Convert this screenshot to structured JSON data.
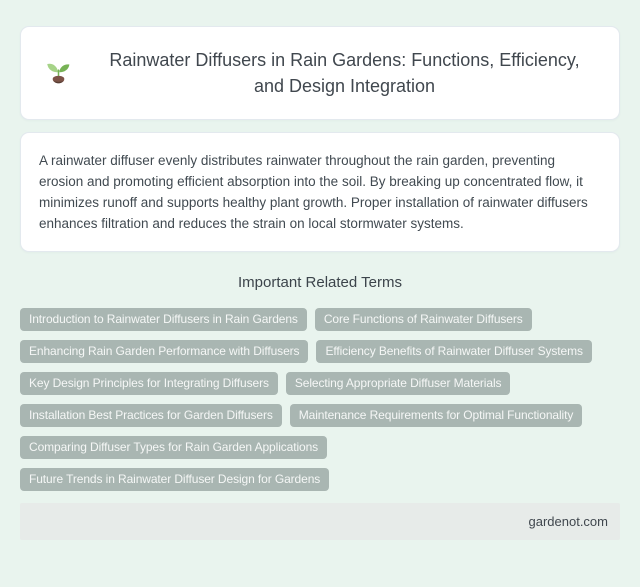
{
  "page": {
    "background_color": "#e9f4ee",
    "card_color": "#ffffff",
    "tag_color": "#a9b6b2",
    "footer_color": "#e7ebe9",
    "text_color": "#414a51"
  },
  "header": {
    "icon": "seedling",
    "title": "Rainwater Diffusers in Rain Gardens: Functions, Efficiency, and Design Integration"
  },
  "summary": {
    "text": "A rainwater diffuser evenly distributes rainwater throughout the rain garden, preventing erosion and promoting efficient absorption into the soil. By breaking up concentrated flow, it minimizes runoff and supports healthy plant growth. Proper installation of rainwater diffusers enhances filtration and reduces the strain on local stormwater systems."
  },
  "related_terms": {
    "heading": "Important Related Terms",
    "items": [
      "Introduction to Rainwater Diffusers in Rain Gardens",
      "Core Functions of Rainwater Diffusers",
      "Enhancing Rain Garden Performance with Diffusers",
      "Efficiency Benefits of Rainwater Diffuser Systems",
      "Key Design Principles for Integrating Diffusers",
      "Selecting Appropriate Diffuser Materials",
      "Installation Best Practices for Garden Diffusers",
      "Maintenance Requirements for Optimal Functionality",
      "Comparing Diffuser Types for Rain Garden Applications",
      "Future Trends in Rainwater Diffuser Design for Gardens"
    ]
  },
  "footer": {
    "site": "gardenot.com"
  }
}
